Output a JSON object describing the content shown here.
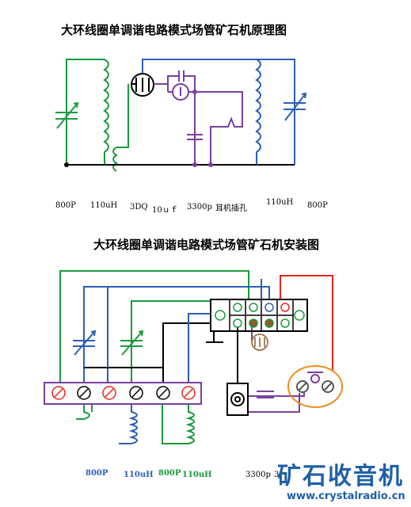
{
  "top": {
    "title": "大环线圈单调谐电路模式场管矿石机原理图",
    "labels": {
      "cap_left": "800P",
      "coil_left": "110uH",
      "fet": "3DQ",
      "cap_10uf": "10ｕｆ",
      "cap_3300": "3300p",
      "earphone": "耳机插孔",
      "coil_right": "110uH",
      "cap_right": "800P"
    }
  },
  "bottom": {
    "title": "大环线圈单调谐电路模式场管矿石机安装图",
    "labels": {
      "cap1": "800P",
      "coil1": "110uH",
      "cap2": "800P",
      "coil2": "110uH",
      "cap3300": "3300p",
      "cut": "3"
    }
  },
  "brand": {
    "name": "矿石收音机",
    "url": "www.crystalradio.cn"
  },
  "colors": {
    "green": "#1a9a3c",
    "blue": "#2b5fb5",
    "purple": "#7a3fa0",
    "red": "#e8261c",
    "orange": "#f08a1c",
    "black": "#000000",
    "brand_blue": "#1f5fa8",
    "label_blue": "#2b5fb5",
    "label_green": "#1a9a3c"
  }
}
